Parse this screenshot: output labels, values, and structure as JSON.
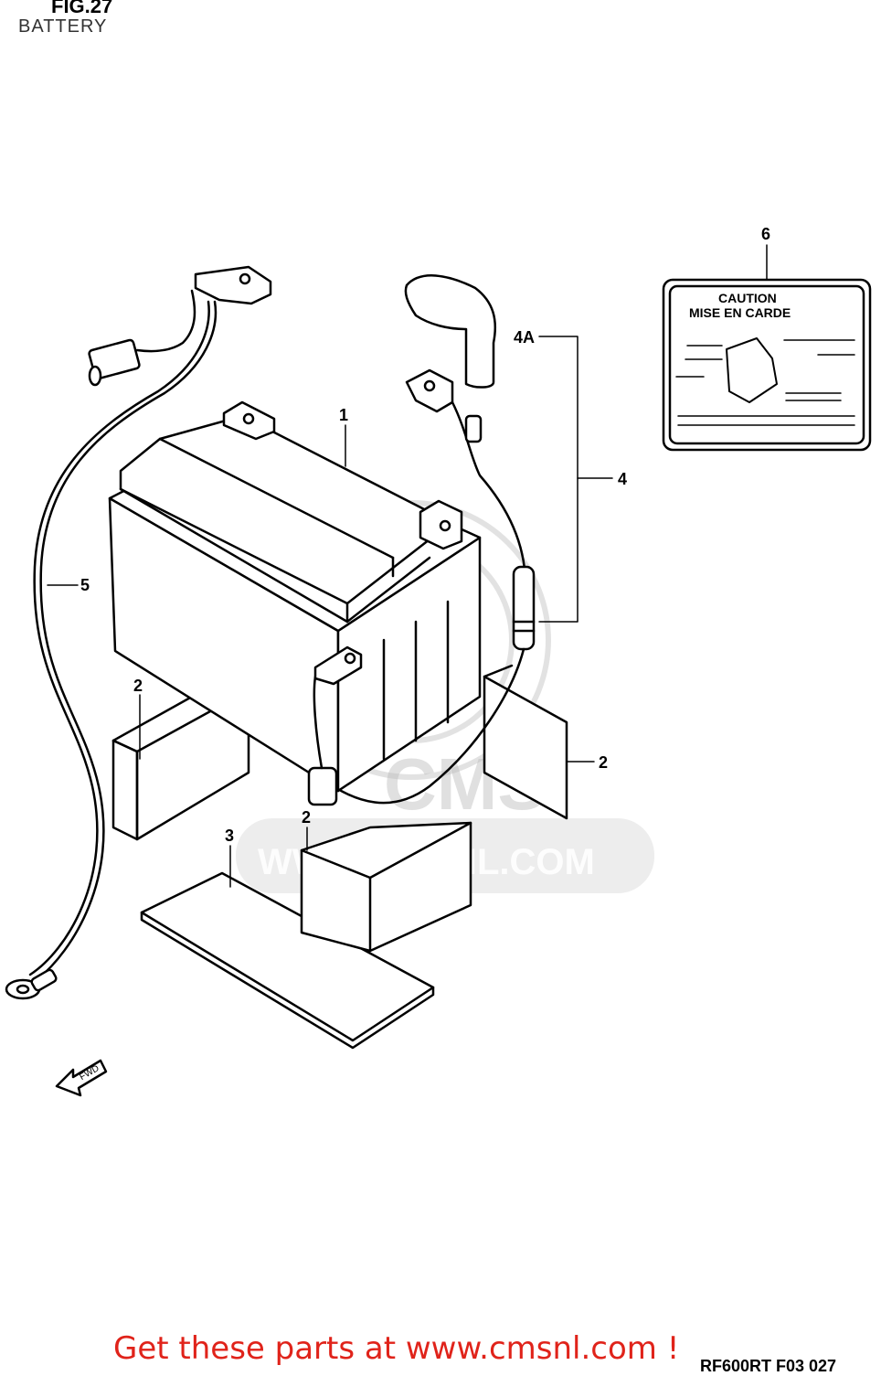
{
  "figure": {
    "title": "FIG.27",
    "subtitle": "BATTERY"
  },
  "callouts": {
    "p1": "1",
    "p2a": "2",
    "p2b": "2",
    "p2c": "2",
    "p3": "3",
    "p4": "4",
    "p4a": "4A",
    "p5": "5",
    "p6": "6"
  },
  "caution_label": {
    "line1": "CAUTION",
    "line2": "MISE EN CARDE"
  },
  "fwd_arrow": "FWD",
  "watermark": {
    "logo": "CMS",
    "url": "WWW.CMSNL.COM"
  },
  "footer": {
    "cta": "Get these parts at www.cmsnl.com !",
    "ref_code": "RF600RT F03 027"
  }
}
